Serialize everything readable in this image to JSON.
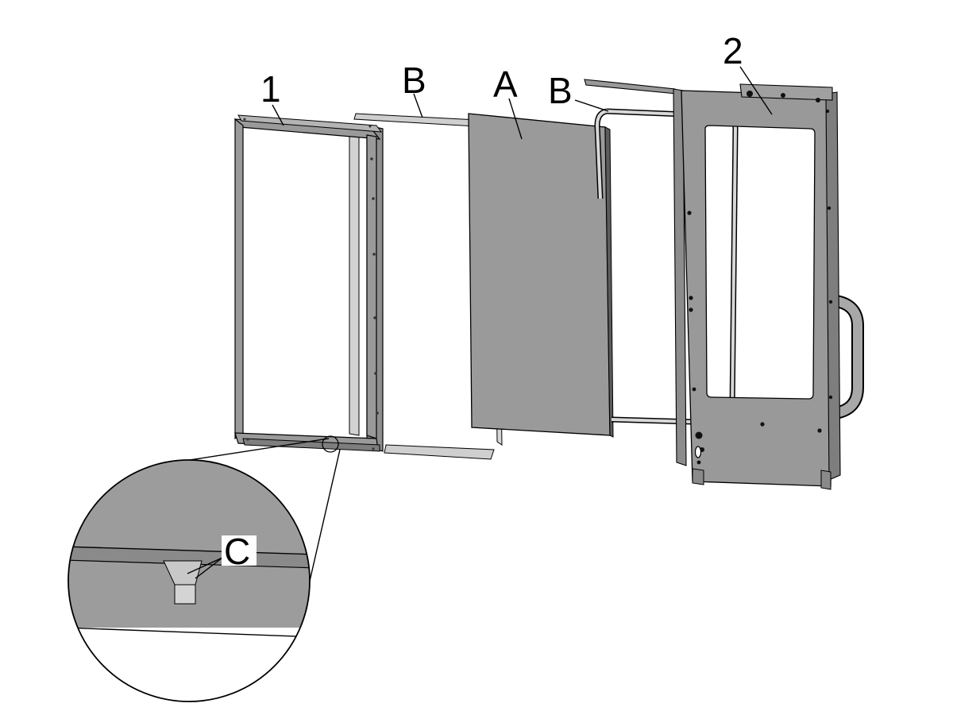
{
  "labels": {
    "part1": "1",
    "part2": "2",
    "partA": "A",
    "partB_left": "B",
    "partB_right": "B",
    "partC": "C"
  },
  "colors": {
    "metal": "#999999",
    "metal_dark": "#6f6f6f",
    "metal_light": "#c4c4c4",
    "panel": "#9a9a9a",
    "outline": "#000000",
    "background": "#ffffff"
  }
}
